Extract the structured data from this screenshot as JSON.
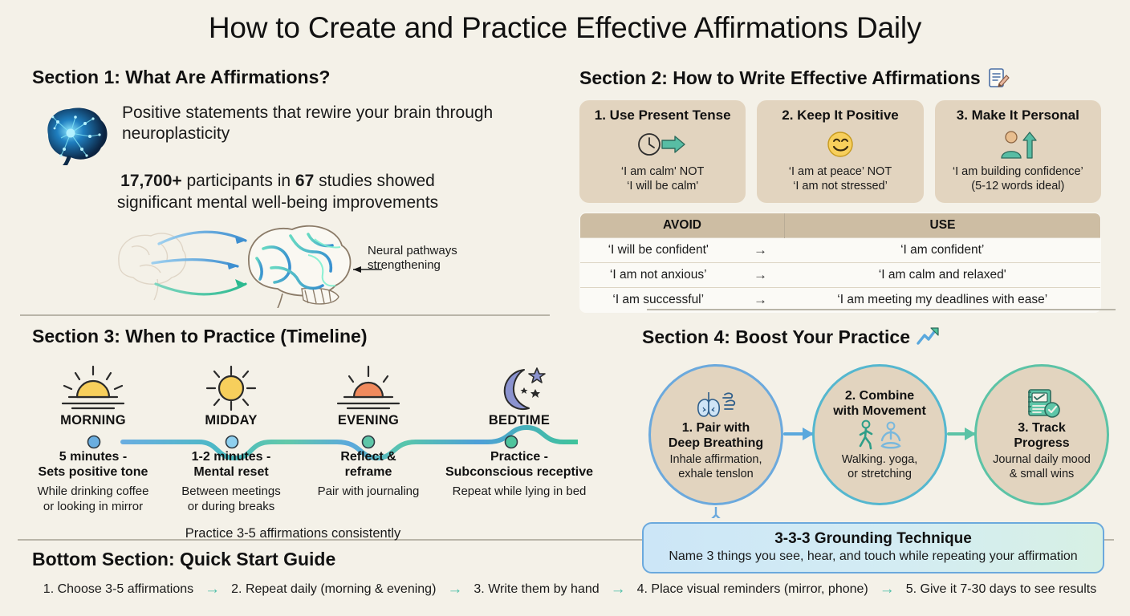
{
  "title": "How to Create and Practice Effective Affirmations Daily",
  "section1": {
    "heading": "Section 1: What Are Affirmations?",
    "lead": "Positive statements that rewire your brain through neuroplasticity",
    "stat_prefix": "17,700+",
    "stat_mid": " participants in ",
    "stat_num": "67",
    "stat_suffix": " studies showed",
    "stat_line2": "significant mental well-being improvements",
    "annotation": "Neural pathways strengthening",
    "brain_icon": "brain-icon"
  },
  "section2": {
    "heading": "Section 2: How to Write Effective Affirmations",
    "heading_icon": "memo-pencil-icon",
    "cards": [
      {
        "title": "1. Use Present Tense",
        "icon": "clock-arrow-icon",
        "text_line1": "‘I am calm' NOT",
        "text_line2": "‘I will be calm'"
      },
      {
        "title": "2. Keep It Positive",
        "icon": "smiling-face-icon",
        "text_line1": "‘I am at peace’ NOT",
        "text_line2": "‘I am not stressed’"
      },
      {
        "title": "3. Make It Personal",
        "icon": "person-growth-icon",
        "text_line1": "‘I am building confidence’",
        "text_line2": "(5-12 words ideal)"
      }
    ],
    "table": {
      "headers": [
        "AVOID",
        "USE"
      ],
      "arrow": "→",
      "rows": [
        {
          "avoid": "‘I will be confident'",
          "use": "‘I am confident’"
        },
        {
          "avoid": "‘I am not anxious’",
          "use": "‘I am calm and relaxed'"
        },
        {
          "avoid": "‘I am successful’",
          "use": "‘I am meeting my deadlines with ease’"
        }
      ]
    }
  },
  "section3": {
    "heading": "Section 3: When to Practice (Timeline)",
    "footnote": "Practice 3-5 affirmations consistently",
    "steps": [
      {
        "icon": "sunrise-icon",
        "label": "MORNING",
        "main_line1": "5 minutes -",
        "main_line2": "Sets positive tone",
        "sub_line1": "While drinking coffee",
        "sub_line2": "or looking in mirror",
        "dot_color": "#6aaee0"
      },
      {
        "icon": "sun-icon",
        "label": "MIDDAY",
        "main_line1": "1-2 minutes -",
        "main_line2": "Mental reset",
        "sub_line1": "Between meetings",
        "sub_line2": "or during breaks",
        "dot_color": "#7cc3e8"
      },
      {
        "icon": "sunset-icon",
        "label": "EVENING",
        "main_line1": "Reflect &",
        "main_line2": "reframe",
        "sub_line1": "Pair with journaling",
        "sub_line2": "",
        "dot_color": "#5ec6a8"
      },
      {
        "icon": "crescent-moon-stars-icon",
        "label": "BEDTIME",
        "main_line1": "Practice -",
        "main_line2": "Subconscious receptive",
        "sub_line1": "Repeat while lying in bed",
        "sub_line2": "",
        "dot_color": "#4ec49c"
      }
    ]
  },
  "section4": {
    "heading": "Section 4: Boost Your Practice",
    "heading_icon": "chart-increasing-icon",
    "circles": [
      {
        "icon": "lungs-breathing-icon",
        "title_line1": "1. Pair with",
        "title_line2": "Deep Breathing",
        "text_line1": "Inhale affirmation,",
        "text_line2": "exhale tenslon",
        "ring_color": "#6ba9dd"
      },
      {
        "icon": "walking-yoga-icon",
        "title_line1": "2. Combine",
        "title_line2": "with Movement",
        "text_line1": "Walking. yoga,",
        "text_line2": "or stretching",
        "ring_color": "#55b7cf"
      },
      {
        "icon": "journal-check-icon",
        "title_line1": "3. Track",
        "title_line2": "Progress",
        "text_line1": "Journal daily mood",
        "text_line2": "& small wins",
        "ring_color": "#5cc3a6"
      }
    ],
    "grounding": {
      "title": "3-3-3 Grounding Technique",
      "subtitle": "Name 3 things you see, hear, and touch while repeating your affirmation"
    }
  },
  "bottom": {
    "heading": "Bottom Section: Quick Start Guide",
    "arrow": "→",
    "steps": [
      "1. Choose 3-5 affirmations",
      "2. Repeat daily (morning & evening)",
      "3. Write them by hand",
      "4. Place visual reminders (mirror, phone)",
      "5. Give it 7-30 days to see results"
    ]
  },
  "colors": {
    "background": "#f4f1e8",
    "card": "#e2d4bf",
    "table_header": "#cdbda3",
    "accent_teal": "#4dbfa8",
    "accent_blue": "#6ba9dd"
  }
}
